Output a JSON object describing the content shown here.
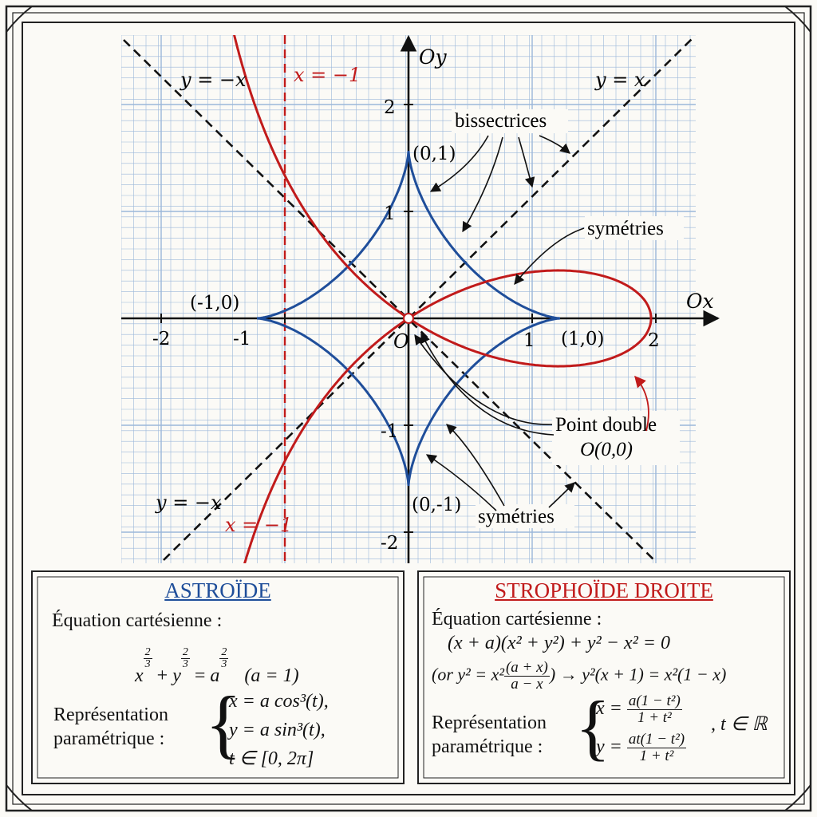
{
  "colors": {
    "astroid": "#1f4e9a",
    "strophoid": "#c11b1b",
    "grid": "#9bb7da",
    "axes": "#111111",
    "bisectors": "#111111"
  },
  "axes": {
    "x_name": "Ox",
    "y_name": "Oy",
    "origin": "O",
    "x_ticks": [
      "-2",
      "-1",
      "1",
      "2"
    ],
    "y_ticks": [
      "2",
      "1",
      "-1",
      "-2"
    ]
  },
  "lines": {
    "bisector_pos": "y = x",
    "bisector_neg_top": "y = −x",
    "bisector_neg_bottom": "y = −x",
    "asymptote_top": "x = −1",
    "asymptote_bottom": "x = −1"
  },
  "points": {
    "top": "(0,1)",
    "bottom": "(0,-1)",
    "left": "(-1,0)",
    "right": "(1,0)"
  },
  "annotations": {
    "bissectrices": "bissectrices",
    "symetries_top": "symétries",
    "symetries_bottom": "symétries",
    "double_point_line1": "Point double",
    "double_point_line2": "O(0,0)"
  },
  "astroid_panel": {
    "title": "ASTROÏDE",
    "eq_heading": "Équation cartésienne :",
    "eq_x": "x",
    "eq_y": "y",
    "eq_a": "a",
    "exp_num": "2",
    "exp_den": "3",
    "eq_note": "(a = 1)",
    "param_label_1": "Représentation",
    "param_label_2": "paramétrique :",
    "param_1": "x = a cos³(t),",
    "param_2": "y = a sin³(t),",
    "param_3": "t ∈ [0, 2π]"
  },
  "strophoid_panel": {
    "title": "STROPHOÏDE DROITE",
    "eq_heading": "Équation cartésienne :",
    "eq_main": "(x + a)(x² + y²) + y² − x² = 0",
    "eq_alt_prefix": "(or y² = x²",
    "eq_alt_num": "(a + x)",
    "eq_alt_den": "a − x",
    "eq_alt_suffix": ") → y²(x + 1) = x²(1 − x)",
    "param_label_1": "Représentation",
    "param_label_2": "paramétrique :",
    "param_x_lhs": "x =",
    "param_x_num": "a(1 − t²)",
    "param_x_den": "1 + t²",
    "param_y_lhs": "y =",
    "param_y_num": "at(1 − t²)",
    "param_y_den": "1 + t²",
    "param_domain": ", t ∈ ℝ"
  }
}
